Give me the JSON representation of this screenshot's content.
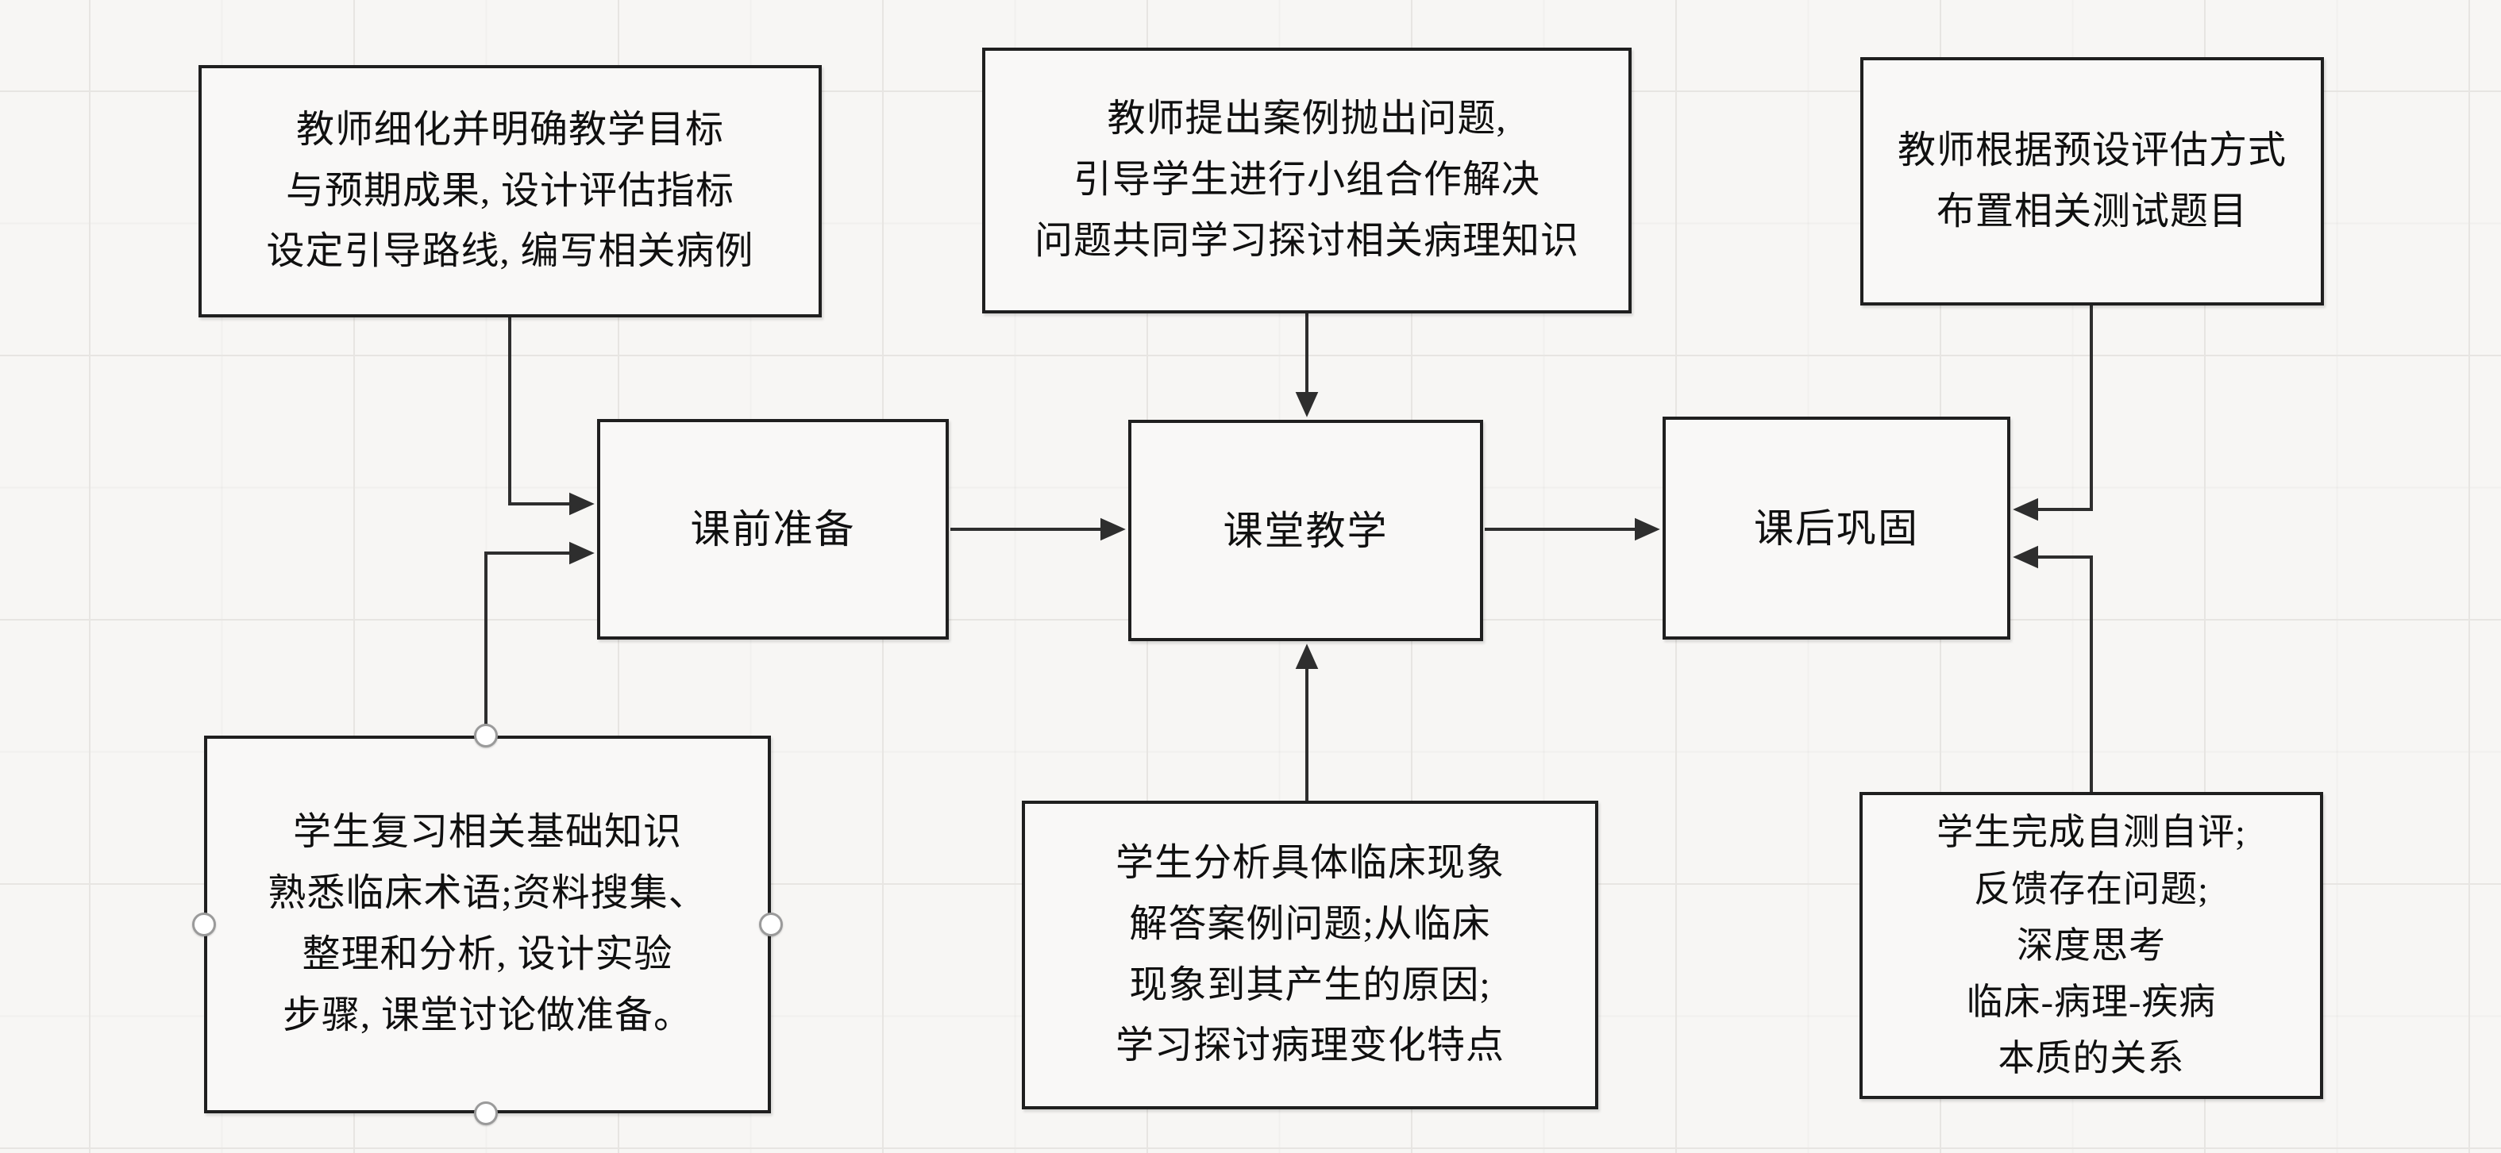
{
  "diagram": {
    "colors": {
      "canvas_bg": "#f7f6f4",
      "grid_line": "#e7e5e2",
      "box_fill": "#f9f8f7",
      "border_color": "#1f1f1f",
      "line_color": "#2e2e2e",
      "handle_fill": "#ffffff",
      "handle_ring": "#9a9a9a"
    },
    "boxes": {
      "teacher_prep": {
        "lines": [
          "教师细化并明确教学目标",
          "与预期成果, 设计评估指标",
          "设定引导路线, 编写相关病例"
        ]
      },
      "teacher_class": {
        "lines": [
          "教师提出案例抛出问题,",
          "引导学生进行小组合作解决",
          "问题共同学习探讨相关病理知识"
        ]
      },
      "teacher_after": {
        "lines": [
          "教师根据预设评估方式",
          "布置相关测试题目"
        ]
      },
      "stage_before": {
        "label": "课前准备"
      },
      "stage_class": {
        "label": "课堂教学"
      },
      "stage_after": {
        "label": "课后巩固"
      },
      "student_prep": {
        "lines": [
          "学生复习相关基础知识",
          "熟悉临床术语;资料搜集、",
          "整理和分析, 设计实验",
          "步骤, 课堂讨论做准备。"
        ]
      },
      "student_class": {
        "lines": [
          "学生分析具体临床现象",
          "解答案例问题;从临床",
          "现象到其产生的原因;",
          "学习探讨病理变化特点"
        ]
      },
      "student_after": {
        "lines": [
          "学生完成自测自评;",
          "反馈存在问题;",
          "深度思考",
          "临床-病理-疾病",
          "本质的关系"
        ]
      }
    }
  }
}
